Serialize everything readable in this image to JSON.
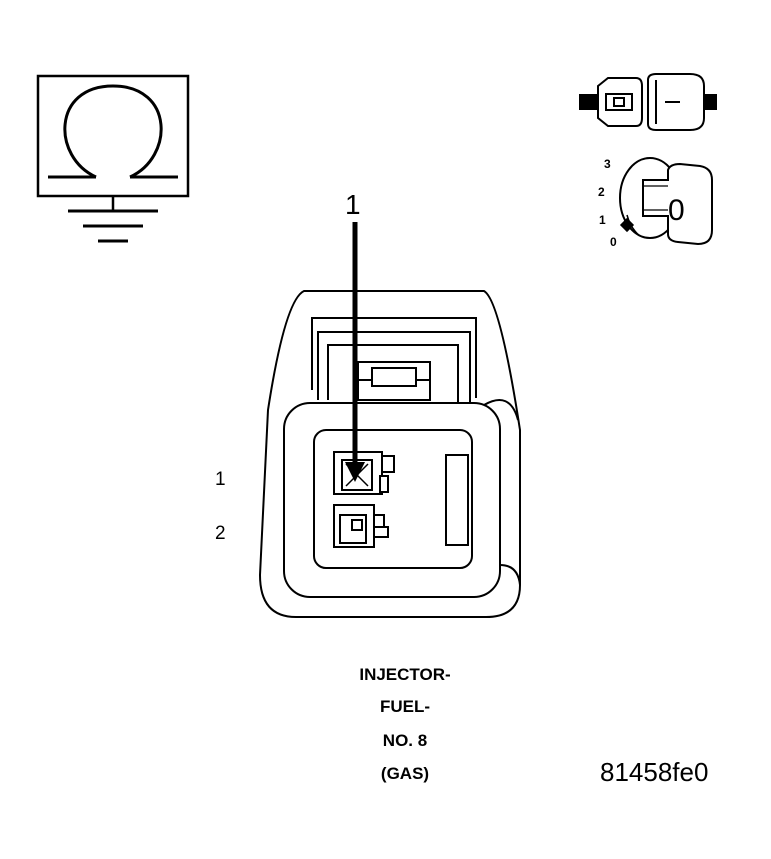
{
  "ohmmeter_symbol": {
    "icon": "ohm-ground-icon"
  },
  "ignition": {
    "connector_icon": "disconnected-connector-icon",
    "switch_icon": "ignition-key-icon",
    "positions": [
      "3",
      "2",
      "1",
      "0"
    ],
    "key_label": "0"
  },
  "callout": {
    "number": "1"
  },
  "pin_labels": [
    "1",
    "2"
  ],
  "caption": {
    "line1": "INJECTOR-",
    "line2": "FUEL-",
    "line3": "NO. 8",
    "line4": "(GAS)"
  },
  "figure_id": "81458fe0"
}
